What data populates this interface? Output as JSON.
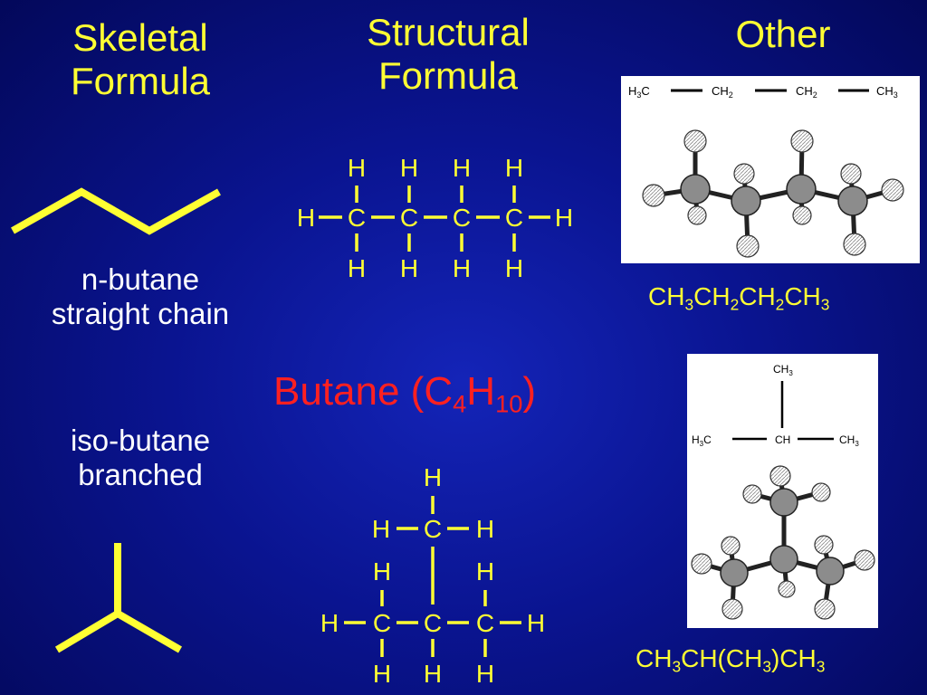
{
  "headers": {
    "skeletal_line1": "Skeletal",
    "skeletal_line2": "Formula",
    "structural_line1": "Structural",
    "structural_line2": "Formula",
    "other": "Other"
  },
  "title": {
    "name": "Butane (C",
    "sub1": "4",
    "mid": "H",
    "sub2": "10",
    "end": ")"
  },
  "n_butane": {
    "name": "n-butane",
    "type": "straight chain",
    "formula": {
      "a": "CH",
      "s1": "3",
      "b": "CH",
      "s2": "2",
      "c": "CH",
      "s3": "2",
      "d": "CH",
      "s4": "3"
    }
  },
  "iso_butane": {
    "name": "iso-butane",
    "type": "branched",
    "formula": {
      "a": "CH",
      "s1": "3",
      "b": "CH(CH",
      "s2": "3",
      "c": ")CH",
      "s3": "3"
    }
  },
  "atoms": {
    "carbon": "C",
    "hydrogen": "H"
  },
  "panel_n": {
    "g1": "H",
    "s1": "3",
    "g1b": "C",
    "g2": "CH",
    "s2": "2",
    "g3": "CH",
    "s3": "2",
    "g4": "CH",
    "s4": "3"
  },
  "panel_iso": {
    "top": "CH",
    "top_s": "3",
    "left": "H",
    "left_s": "3",
    "left_b": "C",
    "mid": "CH",
    "right": "CH",
    "right_s": "3"
  },
  "colors": {
    "heading": "#ffff33",
    "label": "#ffffff",
    "title": "#ff2020",
    "background": "#0a1490"
  }
}
